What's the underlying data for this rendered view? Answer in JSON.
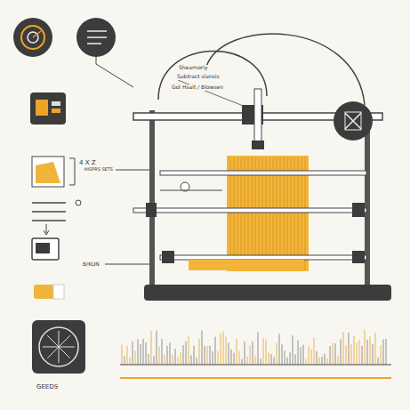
{
  "diagram": {
    "labels": [
      "Shearnoriy",
      "Subtract slansis",
      "Gol Hsalt / Blowsen",
      "4 X Z",
      "HISPRS SETS",
      "B/KUN",
      "GEEDS"
    ]
  }
}
